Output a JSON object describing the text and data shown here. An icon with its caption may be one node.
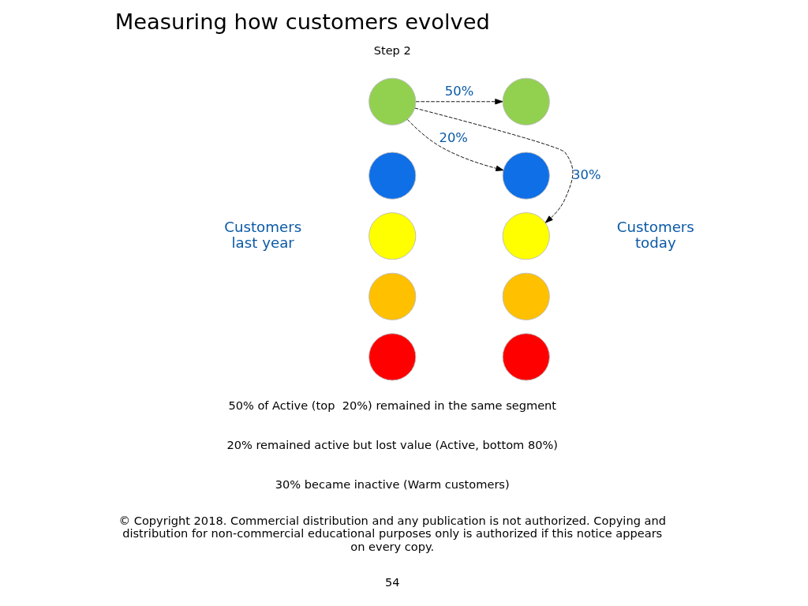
{
  "diagram": {
    "title": "Measuring how customers evolved",
    "nodes": [
      {
        "text": [
          "Customers last year"
        ]
      },
      {
        "text": [],
        "shape": "circle"
      },
      {
        "text": [],
        "shape": "circle"
      },
      {
        "text": [],
        "shape": "circle"
      },
      {
        "text": [],
        "shape": "circle"
      },
      {
        "text": [],
        "shape": "circle"
      },
      {
        "text": [],
        "shape": "circle"
      },
      {
        "text": [],
        "shape": "circle"
      },
      {
        "text": [],
        "shape": "circle"
      },
      {
        "text": [],
        "shape": "circle"
      },
      {
        "text": [],
        "shape": "circle"
      },
      {
        "text": [
          "Customers today"
        ]
      }
    ],
    "edges": [
      {
        "from": 1,
        "to": 6,
        "arrow": "to",
        "label": "50%",
        "style": "dashed"
      },
      {
        "from": 1,
        "to": 7,
        "arrow": "to",
        "label": "20%",
        "style": "dashed"
      },
      {
        "from": 1,
        "to": 8,
        "arrow": "to",
        "label": "30%",
        "style": "dashed"
      }
    ],
    "labels": [
      "Step 2",
      "50% of Active (top  20%) remained in the same segment",
      "20% remained active but lost value (Active, bottom 80%)",
      "30% became inactive (Warm customers)",
      "© Copyright 2018. Commercial distribution and any publication is not authorized. Copying and distribution for non-commercial educational purposes only is authorized if this notice appears on every copy.",
      "54"
    ]
  }
}
